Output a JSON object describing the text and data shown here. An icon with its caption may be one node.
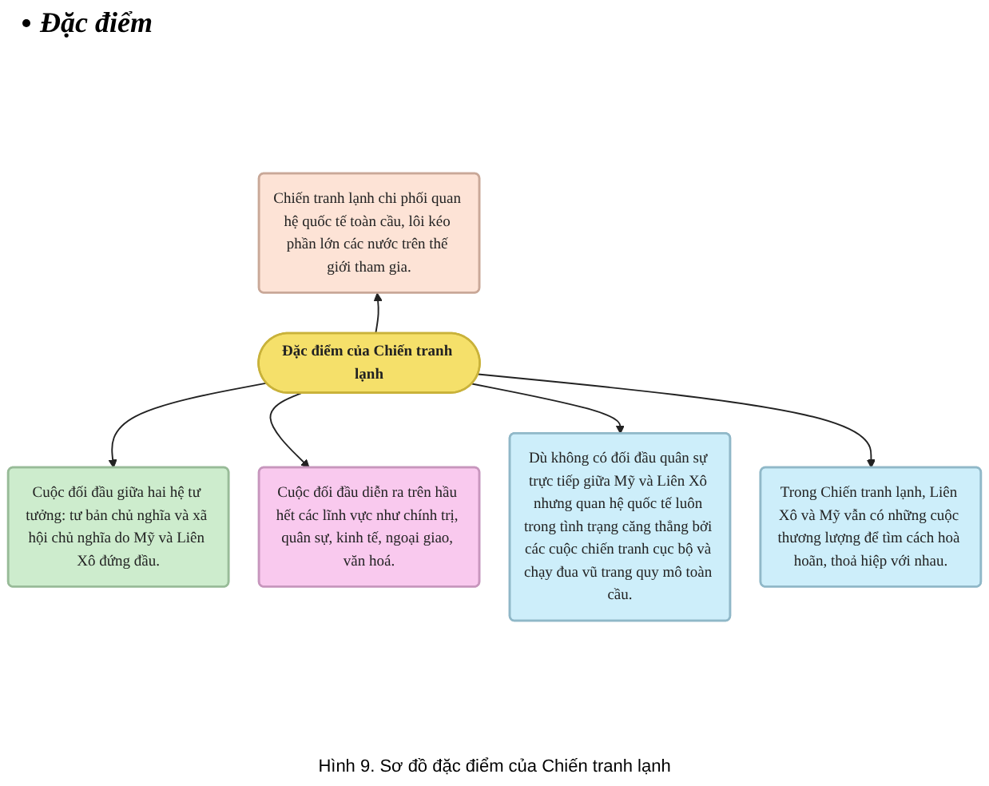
{
  "diagram": {
    "title": "Đặc điểm",
    "nodes": [
      {
        "text": [
          "Chiến tranh lạnh chi phối quan hệ quốc tế toàn cầu, lôi kéo phần lớn các nước trên thế giới tham gia."
        ]
      },
      {
        "text": [
          "Cuộc đối đầu giữa hai hệ tư tưởng: tư bản chủ nghĩa và xã hội chủ nghĩa do Mỹ và Liên Xô đứng đầu."
        ]
      },
      {
        "text": [
          "Cuộc đối đầu diễn ra trên hầu hết các lĩnh vực như chính trị, quân sự, kinh tế, ngoại giao, văn hoá."
        ]
      },
      {
        "text": [
          "Đặc điểm của Chiến tranh lạnh"
        ]
      },
      {
        "text": [
          "Dù không có đối đầu quân sự trực tiếp giữa Mỹ và Liên Xô nhưng quan hệ quốc tế luôn trong tình trạng căng thẳng bởi các cuộc chiến tranh cục bộ và chạy đua vũ trang quy mô toàn cầu."
        ]
      },
      {
        "text": [
          "Trong Chiến tranh lạnh, Liên Xô và Mỹ vẫn có những cuộc thương lượng để tìm cách hoà hoãn, thoả hiệp với nhau."
        ]
      }
    ],
    "edges": [
      {
        "from": 3,
        "to": 0,
        "arrow": "to"
      },
      {
        "from": 3,
        "to": 1,
        "arrow": "to"
      },
      {
        "from": 3,
        "to": 2,
        "arrow": "to"
      },
      {
        "from": 3,
        "to": 4,
        "arrow": "to"
      },
      {
        "from": 3,
        "to": 5,
        "arrow": "to"
      }
    ],
    "caption": "Hình 9. Sơ đồ đặc điểm của Chiến tranh lạnh"
  }
}
